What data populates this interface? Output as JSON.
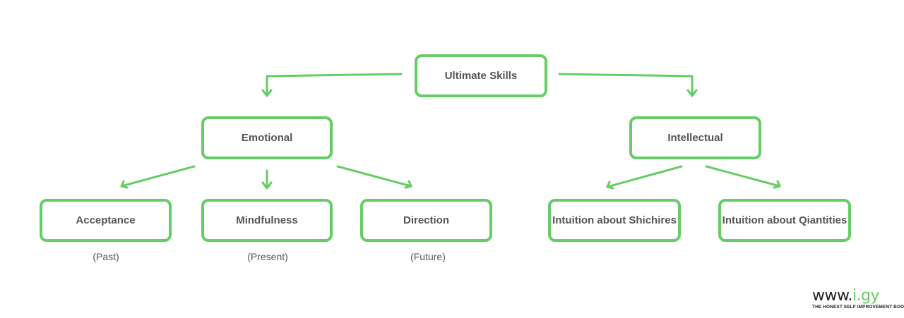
{
  "diagram": {
    "root": {
      "label": "Ultimate Skills"
    },
    "emotional": {
      "label": "Emotional",
      "children": [
        {
          "label": "Acceptance",
          "caption": "(Past)"
        },
        {
          "label": "Mindfulness",
          "caption": "(Present)"
        },
        {
          "label": "Direction",
          "caption": "(Future)"
        }
      ]
    },
    "intellectual": {
      "label": "Intellectual",
      "children": [
        {
          "label": "Intuition about Shichires"
        },
        {
          "label": "Intuition about Qiantities"
        }
      ]
    }
  },
  "logo": {
    "prefix": "www.",
    "accent": "i.gy",
    "tagline": "THE HONEST SELF IMPROVEMENT BOOK"
  },
  "colors": {
    "accent": "#66cc66",
    "text": "#555555"
  }
}
